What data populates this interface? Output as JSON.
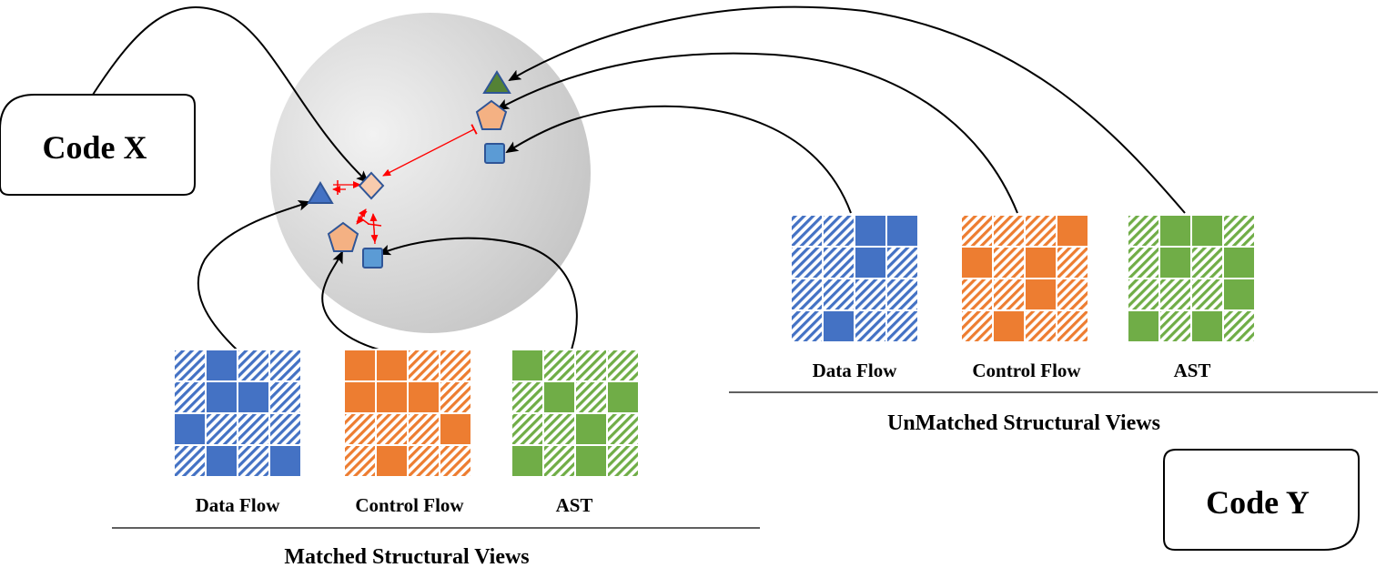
{
  "code_x": {
    "label": "Code X"
  },
  "code_y": {
    "label": "Code Y"
  },
  "matched": {
    "title": "Matched Structural Views",
    "grids": [
      {
        "label": "Data Flow",
        "color": "#4472C4",
        "cells": [
          [
            0,
            1,
            0,
            0
          ],
          [
            0,
            1,
            1,
            0
          ],
          [
            1,
            0,
            0,
            0
          ],
          [
            0,
            1,
            0,
            1
          ]
        ]
      },
      {
        "label": "Control Flow",
        "color": "#ED7D31",
        "cells": [
          [
            1,
            1,
            0,
            0
          ],
          [
            1,
            1,
            1,
            0
          ],
          [
            0,
            0,
            0,
            1
          ],
          [
            0,
            1,
            0,
            0
          ]
        ]
      },
      {
        "label": "AST",
        "color": "#70AD47",
        "cells": [
          [
            1,
            0,
            0,
            0
          ],
          [
            0,
            1,
            0,
            1
          ],
          [
            0,
            0,
            1,
            0
          ],
          [
            1,
            0,
            1,
            0
          ]
        ]
      }
    ]
  },
  "unmatched": {
    "title": "UnMatched Structural Views",
    "grids": [
      {
        "label": "Data Flow",
        "color": "#4472C4",
        "cells": [
          [
            0,
            0,
            1,
            1
          ],
          [
            0,
            0,
            1,
            0
          ],
          [
            0,
            0,
            0,
            0
          ],
          [
            0,
            1,
            0,
            0
          ]
        ]
      },
      {
        "label": "Control Flow",
        "color": "#ED7D31",
        "cells": [
          [
            0,
            0,
            0,
            1
          ],
          [
            1,
            0,
            1,
            0
          ],
          [
            0,
            0,
            1,
            0
          ],
          [
            0,
            1,
            0,
            0
          ]
        ]
      },
      {
        "label": "AST",
        "color": "#70AD47",
        "cells": [
          [
            0,
            1,
            1,
            0
          ],
          [
            0,
            1,
            0,
            1
          ],
          [
            0,
            0,
            0,
            1
          ],
          [
            1,
            0,
            1,
            0
          ]
        ]
      }
    ]
  },
  "embedding_space": {
    "fill_light": "#f2f2f2",
    "fill_dark": "#c4c4c4",
    "matched_shapes": {
      "triangle": "#4472C4",
      "pentagon": "#F4B183",
      "square": "#5B9BD5",
      "diamond": "#F8CBAD"
    },
    "unmatched_shapes": {
      "triangle": "#548235",
      "pentagon": "#F4B183",
      "square": "#5B9BD5"
    },
    "attract_arrow_color": "#FF0000"
  }
}
